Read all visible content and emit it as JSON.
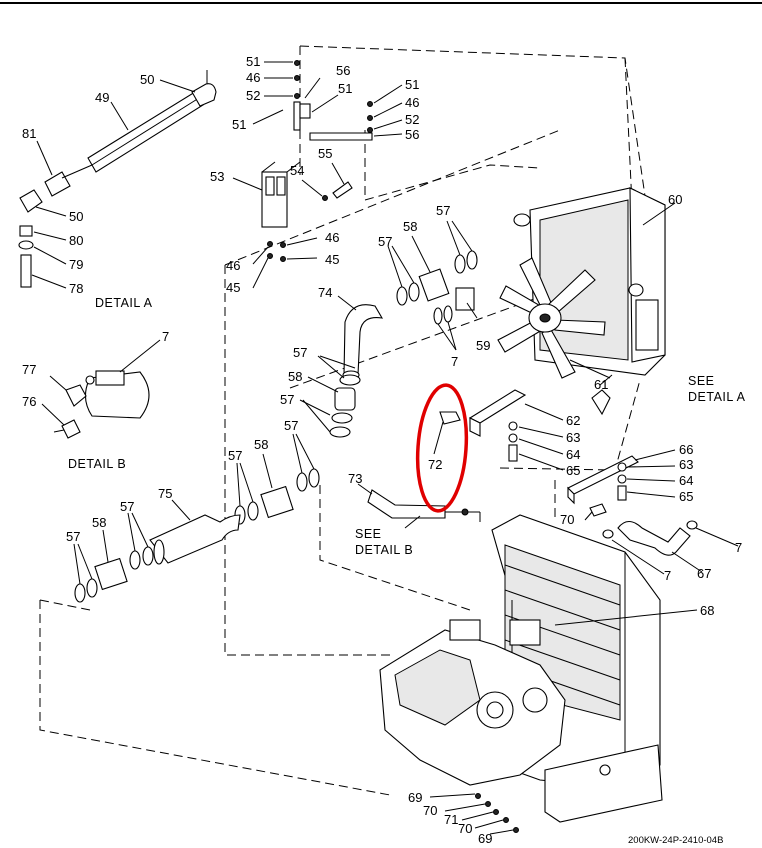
{
  "figure_id": "200KW-24P-2410-04B",
  "details": {
    "a": "DETAIL  A",
    "b": "DETAIL  B",
    "see_a": [
      "SEE",
      "DETAIL A"
    ],
    "see_b": [
      "SEE",
      "DETAIL B"
    ]
  },
  "callouts": {
    "c50a": "50",
    "c49": "49",
    "c81": "81",
    "c50b": "50",
    "c80": "80",
    "c79": "79",
    "c78": "78",
    "c51a": "51",
    "c46a": "46",
    "c52a": "52",
    "c56a": "56",
    "c51b": "51",
    "c51c": "51",
    "c51d": "51",
    "c46b": "46",
    "c52b": "52",
    "c56b": "56",
    "c53": "53",
    "c54": "54",
    "c55": "55",
    "c46c": "46",
    "c45a": "45",
    "c46d": "46",
    "c45b": "45",
    "c57a": "57",
    "c58a": "58",
    "c57b": "57",
    "c60": "60",
    "c74": "74",
    "c59": "59",
    "c7a": "7",
    "c61": "61",
    "c57c": "57",
    "c58b": "58",
    "c57d": "57",
    "c7b": "7",
    "c77": "77",
    "c76": "76",
    "c62": "62",
    "c63a": "63",
    "c64a": "64",
    "c65a": "65",
    "c72": "72",
    "c66": "66",
    "c63b": "63",
    "c64b": "64",
    "c65b": "65",
    "c57e": "57",
    "c58c": "58",
    "c57f": "57",
    "c75": "75",
    "c57g": "57",
    "c58d": "58",
    "c57h": "57",
    "c73": "73",
    "c70a": "70",
    "c7c": "7",
    "c7d": "7",
    "c67": "67",
    "c68": "68",
    "c69a": "69",
    "c70b": "70",
    "c71": "71",
    "c70c": "70",
    "c69b": "69"
  },
  "highlight": {
    "color": "#e00000",
    "target": "72"
  }
}
